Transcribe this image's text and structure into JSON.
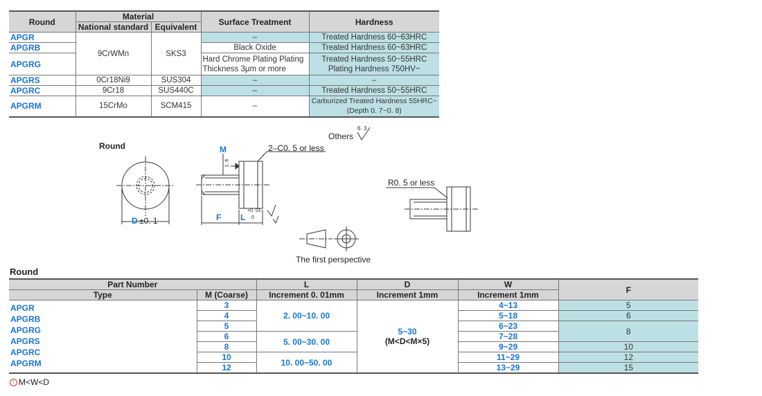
{
  "material_table": {
    "headers": {
      "round": "Round",
      "material": "Material",
      "national_standard": "National standard",
      "equivalent": "Equivalent",
      "surface_treatment": "Surface Treatment",
      "hardness": "Hardness"
    },
    "rows": {
      "apgr": {
        "type": "APGR",
        "surface": "–",
        "hardness": "Treated Hardness  60~63HRC"
      },
      "apgrb": {
        "type": "APGRB",
        "surface": "Black Oxide",
        "hardness": "Treated Hardness  60~63HRC"
      },
      "apgrg": {
        "type": "APGRG",
        "surface_line1": "Hard Chrome Plating Plating",
        "surface_line2": "Thickness 3μm or more",
        "hardness_line1": "Treated Hardness  50~55HRC",
        "hardness_line2": "Plating Hardness  750HV~"
      },
      "shared": {
        "national": "9CrWMn",
        "equivalent": "SKS3"
      },
      "apgrs": {
        "type": "APGRS",
        "national": "0Cr18Ni9",
        "equivalent": "SUS304",
        "surface": "–",
        "hardness": "–"
      },
      "apgrc": {
        "type": "APGRC",
        "national": "9Cr18",
        "equivalent": "SUS440C",
        "surface": "–",
        "hardness": "Treated Hardness  50~55HRC"
      },
      "apgrm": {
        "type": "APGRM",
        "national": "15CrMo",
        "equivalent": "SCM415",
        "surface": "–",
        "hardness_line1": "Carburized Treated Hardness 55HRC~",
        "hardness_line2": "(Depth 0. 7~0. 8)"
      }
    }
  },
  "drawing": {
    "others_label": "Others",
    "roughness_value": "6. 3",
    "round_label": "Round",
    "m_label": "M",
    "chamfer_label": "2–C0. 5 or less",
    "tolerance_small": "1. 6",
    "d_label": "D",
    "d_tolerance": "±0. 1",
    "f_label": "F",
    "l_label": "L",
    "l_tol_upper": "+0. 01",
    "l_tol_lower": "0",
    "radius_label": "R0. 5 or less",
    "projection_label": "The first perspective"
  },
  "dimension_table": {
    "title": "Round",
    "headers": {
      "part_number": "Part Number",
      "type": "Type",
      "m": "M (Coarse)",
      "l": "L",
      "l_inc": "Increment 0. 01mm",
      "d": "D",
      "d_inc": "Increment 1mm",
      "w": "W",
      "w_inc": "Increment 1mm",
      "f": "F"
    },
    "types": [
      "APGR",
      "APGRB",
      "APGRG",
      "APGRS",
      "APGRC",
      "APGRM"
    ],
    "m_values": [
      "3",
      "4",
      "5",
      "6",
      "8",
      "10",
      "12"
    ],
    "l_ranges": [
      "2. 00~10. 00",
      "5. 00~30. 00",
      "10. 00~50. 00"
    ],
    "d_range": "5~30",
    "d_condition": "(M<D<M×5)",
    "w_ranges": [
      "4~13",
      "5~18",
      "6~23",
      "7~28",
      "9~29",
      "11~29",
      "13~29"
    ],
    "f_values": [
      "5",
      "6",
      "8",
      "10",
      "12",
      "15"
    ]
  },
  "footnote": "M<W<D"
}
